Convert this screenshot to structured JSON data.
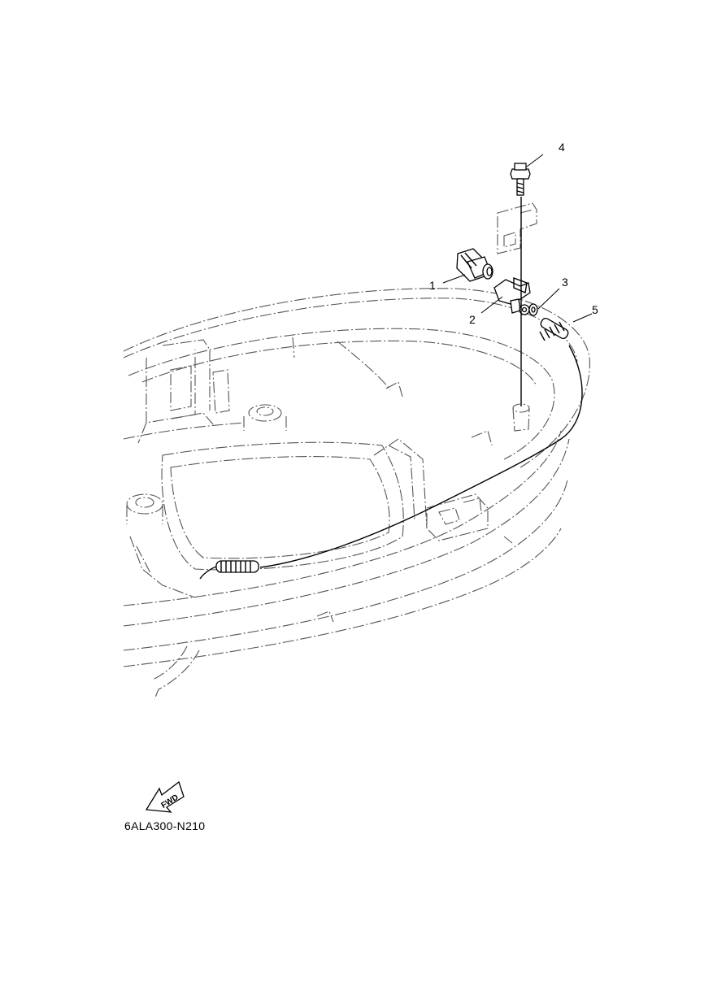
{
  "callouts": [
    {
      "label": "1"
    },
    {
      "label": "2"
    },
    {
      "label": "3"
    },
    {
      "label": "4"
    },
    {
      "label": "5"
    }
  ],
  "fwd_arrow_text": "FWD",
  "diagram_code": "6ALA300-N210"
}
